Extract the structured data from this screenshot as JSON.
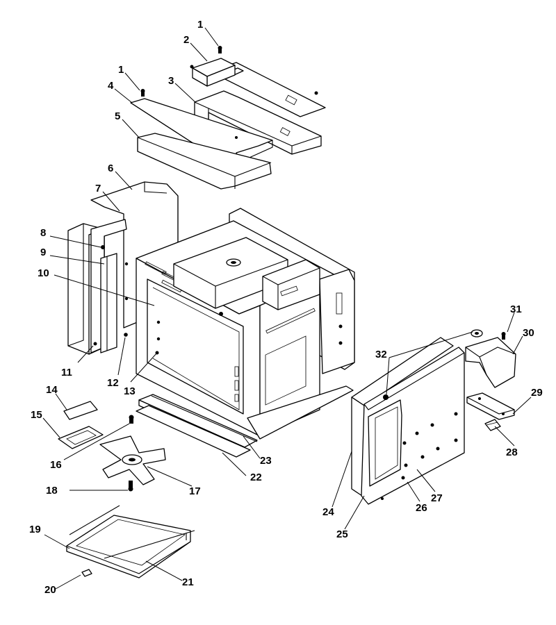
{
  "callouts": {
    "c1a": "1",
    "c1b": "1",
    "c2": "2",
    "c3": "3",
    "c4": "4",
    "c5": "5",
    "c6": "6",
    "c7": "7",
    "c8": "8",
    "c9": "9",
    "c10": "10",
    "c11": "11",
    "c12": "12",
    "c13": "13",
    "c14": "14",
    "c15": "15",
    "c16": "16",
    "c17": "17",
    "c18": "18",
    "c19": "19",
    "c20": "20",
    "c21": "21",
    "c22": "22",
    "c23": "23",
    "c24": "24",
    "c25": "25",
    "c26": "26",
    "c27": "27",
    "c28": "28",
    "c29": "29",
    "c30": "30",
    "c31": "31",
    "c32": "32"
  }
}
